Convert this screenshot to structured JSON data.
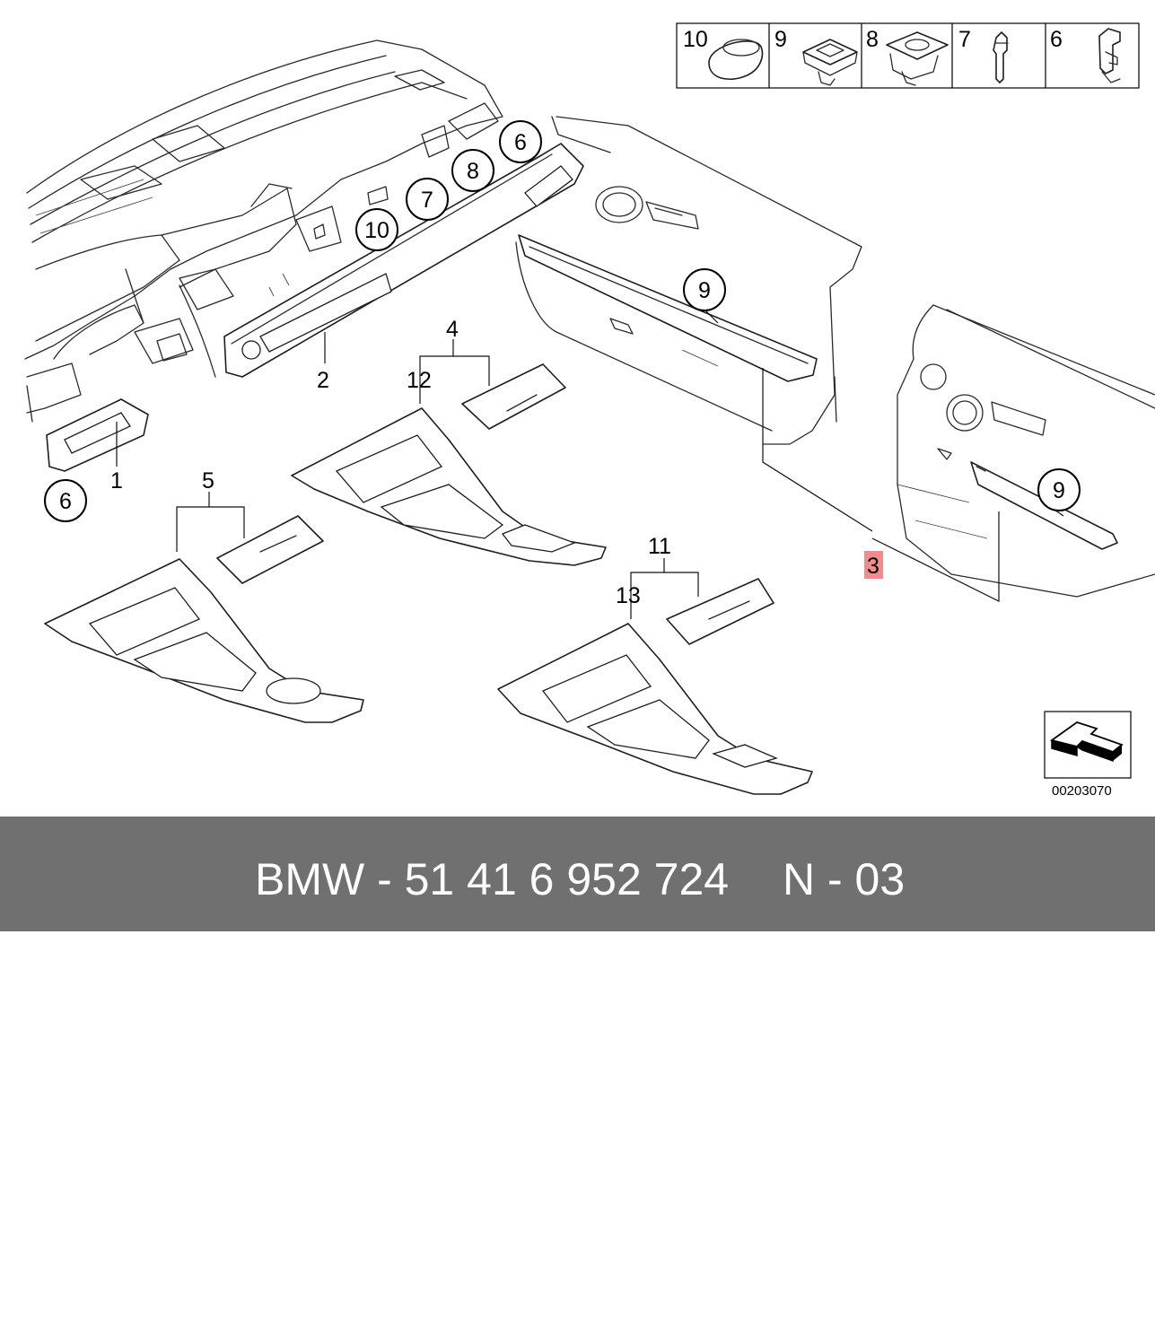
{
  "diagram": {
    "callouts": {
      "circled_10": "10",
      "circled_7": "7",
      "circled_8": "8",
      "circled_6_top": "6",
      "circled_9_door_left": "9",
      "circled_9_door_right": "9",
      "circled_6_left": "6"
    },
    "labels": {
      "part_1": "1",
      "part_2": "2",
      "part_3": "3",
      "part_4": "4",
      "part_5": "5",
      "part_11": "11",
      "part_12": "12",
      "part_13": "13"
    },
    "highlight_color": "#f28b8b",
    "clip_table": {
      "cells": [
        "10",
        "9",
        "8",
        "7",
        "6"
      ]
    },
    "reference_code": "00203070"
  },
  "footer": {
    "part_number": "BMW - 51 41 6 952 724",
    "sheet": "N - 03",
    "background": "#707070",
    "text_color": "#ffffff"
  }
}
